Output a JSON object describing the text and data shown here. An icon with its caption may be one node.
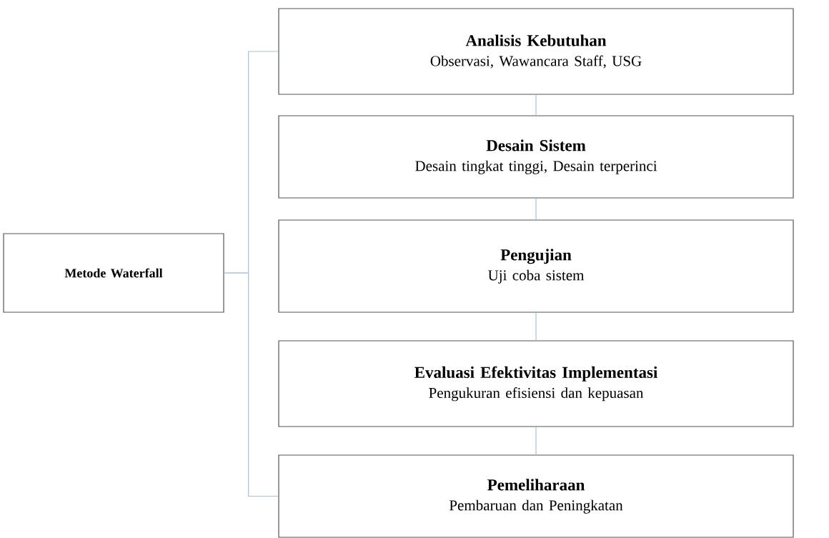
{
  "diagram": {
    "nodes": [
      {
        "text": [
          "Metode Waterfall"
        ]
      },
      {
        "text": [
          "Analisis Kebutuhan",
          "Observasi, Wawancara Staff, USG"
        ]
      },
      {
        "text": [
          "Desain Sistem",
          "Desain tingkat tinggi, Desain terperinci"
        ]
      },
      {
        "text": [
          "Pengujian",
          "Uji coba sistem"
        ]
      },
      {
        "text": [
          "Evaluasi Efektivitas Implementasi",
          "Pengukuran efisiensi dan kepuasan"
        ]
      },
      {
        "text": [
          "Pemeliharaan",
          "Pembaruan dan Peningkatan"
        ]
      }
    ],
    "edges": [
      {
        "from": 0,
        "to": 1,
        "arrow": "none"
      },
      {
        "from": 0,
        "to": 5,
        "arrow": "none"
      },
      {
        "from": 1,
        "to": 2,
        "arrow": "none"
      },
      {
        "from": 2,
        "to": 3,
        "arrow": "none"
      },
      {
        "from": 3,
        "to": 4,
        "arrow": "none"
      },
      {
        "from": 4,
        "to": 5,
        "arrow": "none"
      }
    ]
  }
}
